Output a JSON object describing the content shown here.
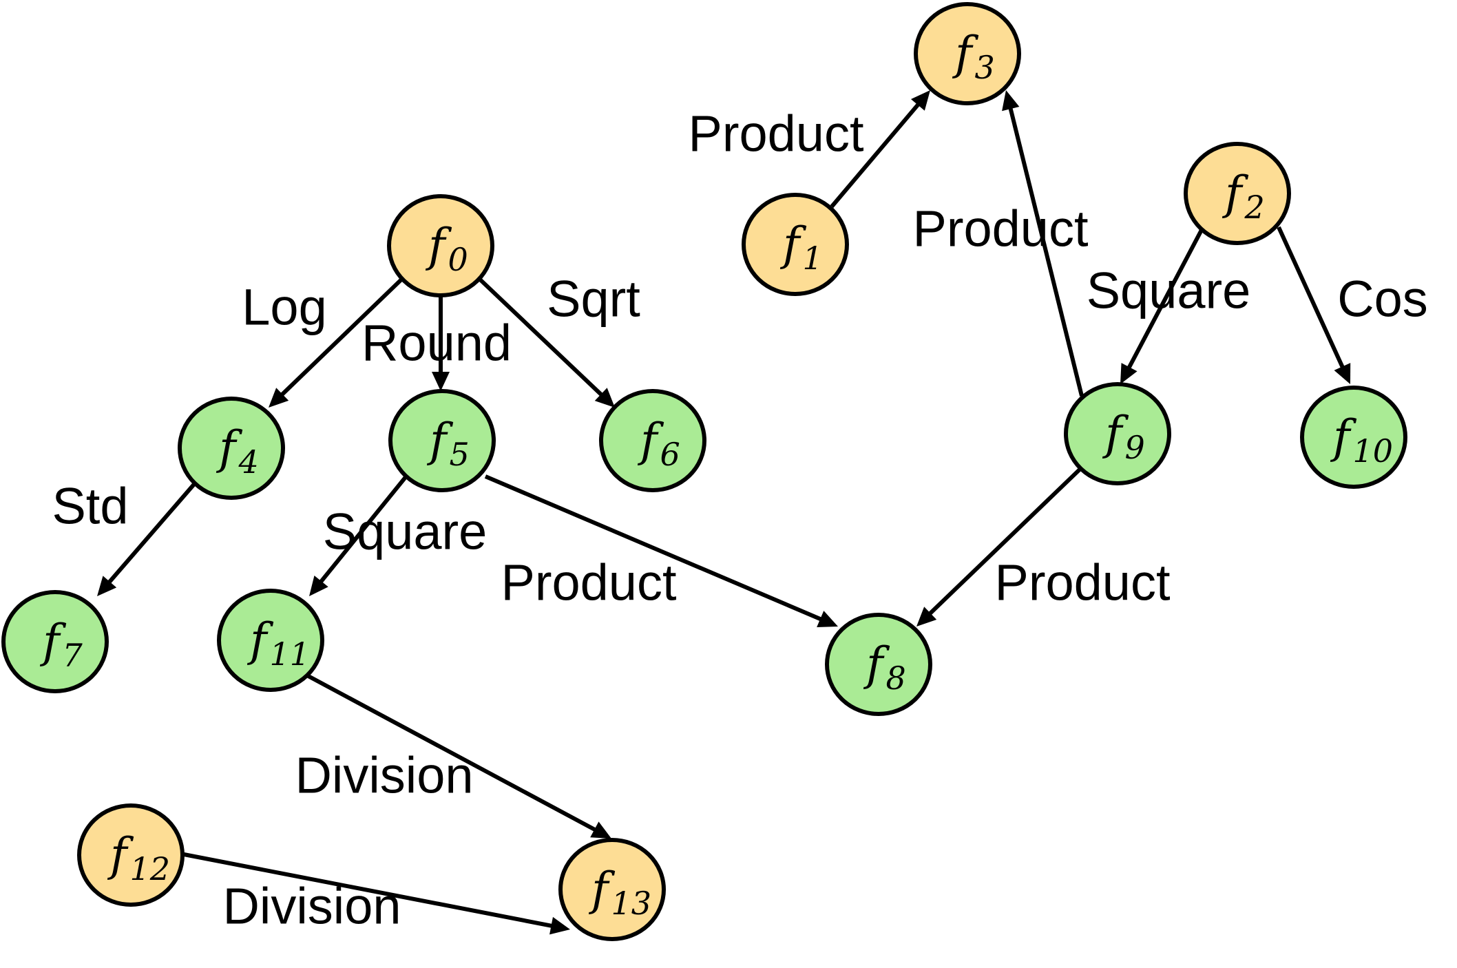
{
  "colors": {
    "original_feature": "#FDDD95",
    "generated_feature": "#AAEB95",
    "stroke": "#000000"
  },
  "nodes": [
    {
      "id": "f0",
      "letter": "f",
      "sub": "0",
      "kind": "original_feature"
    },
    {
      "id": "f1",
      "letter": "f",
      "sub": "1",
      "kind": "original_feature"
    },
    {
      "id": "f2",
      "letter": "f",
      "sub": "2",
      "kind": "original_feature"
    },
    {
      "id": "f3",
      "letter": "f",
      "sub": "3",
      "kind": "original_feature"
    },
    {
      "id": "f4",
      "letter": "f",
      "sub": "4",
      "kind": "generated_feature"
    },
    {
      "id": "f5",
      "letter": "f",
      "sub": "5",
      "kind": "generated_feature"
    },
    {
      "id": "f6",
      "letter": "f",
      "sub": "6",
      "kind": "generated_feature"
    },
    {
      "id": "f7",
      "letter": "f",
      "sub": "7",
      "kind": "generated_feature"
    },
    {
      "id": "f8",
      "letter": "f",
      "sub": "8",
      "kind": "generated_feature"
    },
    {
      "id": "f9",
      "letter": "f",
      "sub": "9",
      "kind": "generated_feature"
    },
    {
      "id": "f10",
      "letter": "f",
      "sub": "10",
      "kind": "generated_feature"
    },
    {
      "id": "f11",
      "letter": "f",
      "sub": "11",
      "kind": "generated_feature"
    },
    {
      "id": "f12",
      "letter": "f",
      "sub": "12",
      "kind": "original_feature"
    },
    {
      "id": "f13",
      "letter": "f",
      "sub": "13",
      "kind": "original_feature"
    }
  ],
  "edges": [
    {
      "from": "f1",
      "to": "f3",
      "label": "Product"
    },
    {
      "from": "f9",
      "to": "f3",
      "label": "Product"
    },
    {
      "from": "f0",
      "to": "f4",
      "label": "Log"
    },
    {
      "from": "f0",
      "to": "f5",
      "label": "Round"
    },
    {
      "from": "f0",
      "to": "f6",
      "label": "Sqrt"
    },
    {
      "from": "f2",
      "to": "f9",
      "label": "Square"
    },
    {
      "from": "f2",
      "to": "f10",
      "label": "Cos"
    },
    {
      "from": "f4",
      "to": "f7",
      "label": "Std"
    },
    {
      "from": "f5",
      "to": "f11",
      "label": "Square"
    },
    {
      "from": "f5",
      "to": "f8",
      "label": "Product"
    },
    {
      "from": "f9",
      "to": "f8",
      "label": "Product"
    },
    {
      "from": "f11",
      "to": "f13",
      "label": "Division"
    },
    {
      "from": "f12",
      "to": "f13",
      "label": "Division"
    }
  ]
}
